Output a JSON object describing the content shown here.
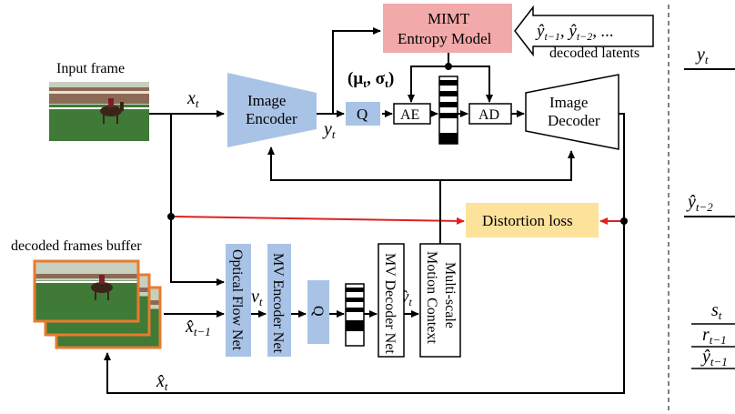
{
  "inputs": {
    "input_frame_label": "Input frame",
    "decoded_frames_buffer_label": "decoded frames buffer"
  },
  "top_branch": {
    "image_encoder": [
      "Image",
      "Encoder"
    ],
    "image_decoder": [
      "Image",
      "Decoder"
    ],
    "quantizer": "Q",
    "arithmetic_encoder": "AE",
    "arithmetic_decoder": "AD",
    "entropy_model": [
      "MIMT",
      "Entropy Model"
    ],
    "decoded_latents_label": "decoded latents",
    "distortion_loss": "Distortion loss"
  },
  "bottom_branch": {
    "optical_flow_net": "Optical Flow Net",
    "mv_encoder_net": "MV Encoder Net",
    "quantizer": "Q",
    "mv_decoder_net": "MV Decoder Net",
    "motion_context": [
      "Multi-scale",
      "Motion Context"
    ]
  },
  "symbols": {
    "x_t": "x",
    "x_t_sub": "t",
    "y_t": "y",
    "y_t_sub": "t",
    "v_t": "v",
    "v_t_sub": "t",
    "v_hat": "v̂",
    "x_hat": "x̂",
    "x_hat_prev_sub": "t−1",
    "x_hat_t_sub": "t",
    "mu_sigma": "(μ",
    "mu_sub": "t",
    "sigma": ", σ",
    "sigma_sub": "t",
    "close_paren": ")",
    "decoded_latents_formula": "ŷ",
    "dl_sub1": "t−1",
    "dl_sep": ", ŷ",
    "dl_sub2": "t−2",
    "dl_tail": ", ..."
  },
  "right_panel": {
    "y_t": "y",
    "y_t_sub": "t",
    "y_hat_t2": "ŷ",
    "y_hat_t2_sub": "t−2",
    "s_t": "s",
    "s_t_sub": "t",
    "r_t1": "r",
    "r_t1_sub": "t−1",
    "y_hat_t1": "ŷ",
    "y_hat_t1_sub": "t−1"
  },
  "colors": {
    "blue_box": "#a9c3e6",
    "entropy_model_fill": "#f2a9a9",
    "distortion_fill": "#fde29c",
    "red_arrow": "#e02020",
    "frame_border": "#e87b2e",
    "grass": "#3f7a36",
    "sky": "#c7cfbf"
  }
}
